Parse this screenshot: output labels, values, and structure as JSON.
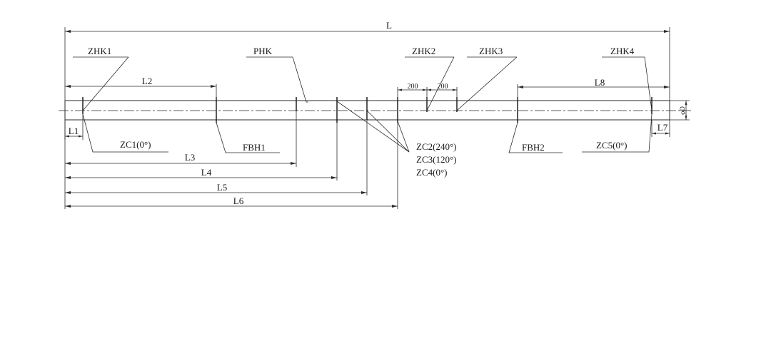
{
  "dimensions": {
    "L": "L",
    "L1": "L1",
    "L2": "L2",
    "L3": "L3",
    "L4": "L4",
    "L5": "L5",
    "L6": "L6",
    "L7": "L7",
    "L8": "L8",
    "diameter": "φD",
    "spacing_a": "200",
    "spacing_b": "200"
  },
  "labels": {
    "zhk1": "ZHK1",
    "zhk2": "ZHK2",
    "zhk3": "ZHK3",
    "zhk4": "ZHK4",
    "phk": "PHK",
    "zc1": "ZC1(0°)",
    "zc2": "ZC2(240°)",
    "zc3": "ZC3(120°)",
    "zc4": "ZC4(0°)",
    "zc5": "ZC5(0°)",
    "fbh1": "FBH1",
    "fbh2": "FBH2"
  }
}
